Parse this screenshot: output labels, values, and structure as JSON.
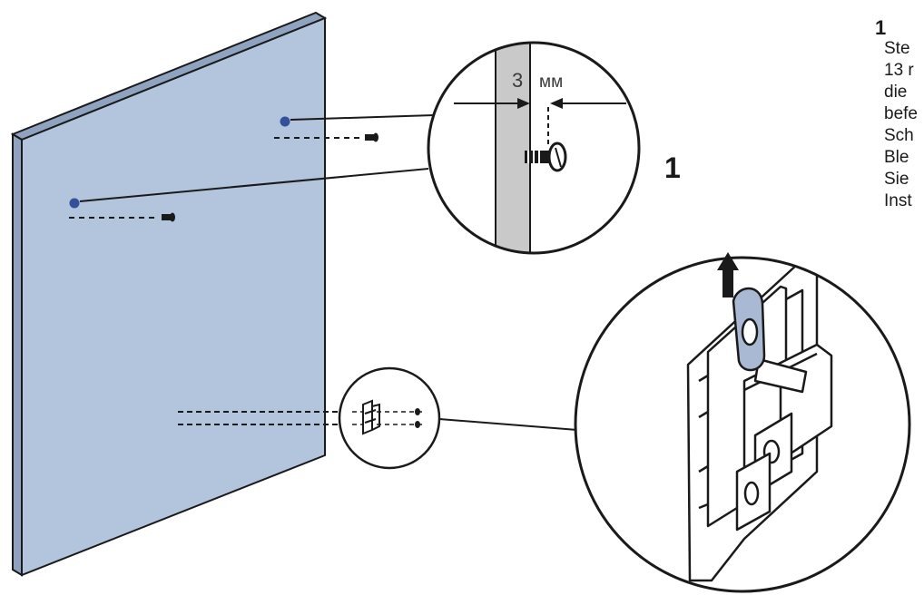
{
  "diagram": {
    "callout_number": "1",
    "dimension_value": "3",
    "dimension_unit": "мм",
    "colors": {
      "panel_face": "#b3c4dd",
      "panel_edge": "#8fa3c0",
      "marker": "#34509a",
      "gap_strip": "#c9c9c9",
      "latch": "#a9b9d4",
      "line": "#1a1a1a"
    }
  },
  "side": {
    "step_number": "1",
    "lines": [
      "Ste",
      "13 r",
      "die",
      "befe",
      "Sch",
      "Ble",
      "Sie",
      "Inst"
    ]
  }
}
